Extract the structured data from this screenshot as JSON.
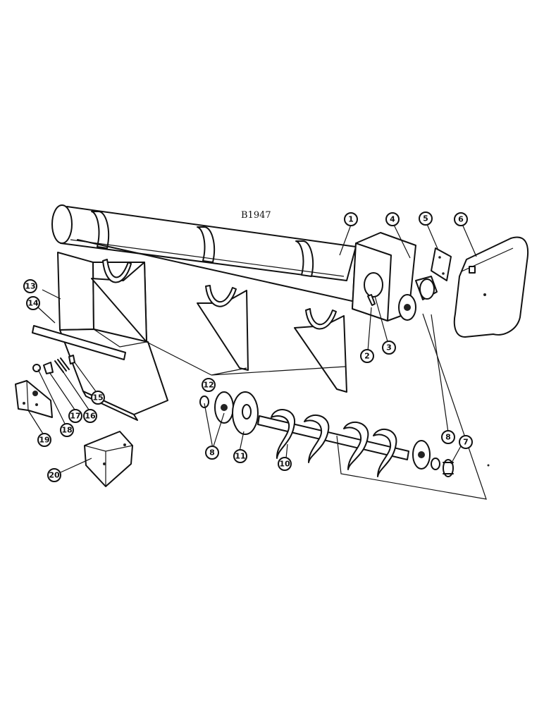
{
  "drawing": {
    "reference_code": "B1947"
  },
  "callouts": [
    {
      "id": "c1",
      "label": "1"
    },
    {
      "id": "c2",
      "label": "2"
    },
    {
      "id": "c3",
      "label": "3"
    },
    {
      "id": "c4",
      "label": "4"
    },
    {
      "id": "c5",
      "label": "5"
    },
    {
      "id": "c6",
      "label": "6"
    },
    {
      "id": "c7",
      "label": "7"
    },
    {
      "id": "c8a",
      "label": "8"
    },
    {
      "id": "c8b",
      "label": "8"
    },
    {
      "id": "c10",
      "label": "10"
    },
    {
      "id": "c11",
      "label": "11"
    },
    {
      "id": "c12",
      "label": "12"
    },
    {
      "id": "c13",
      "label": "13"
    },
    {
      "id": "c14",
      "label": "14"
    },
    {
      "id": "c15",
      "label": "15"
    },
    {
      "id": "c16",
      "label": "16"
    },
    {
      "id": "c17",
      "label": "17"
    },
    {
      "id": "c18",
      "label": "18"
    },
    {
      "id": "c19",
      "label": "19"
    },
    {
      "id": "c20",
      "label": "20"
    }
  ]
}
